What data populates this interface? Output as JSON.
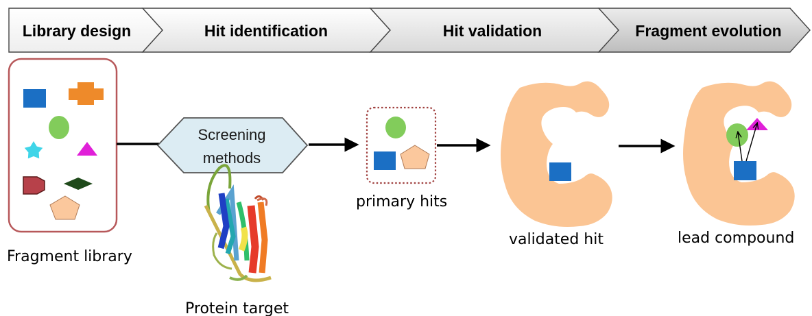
{
  "stages": [
    {
      "label": "Library design"
    },
    {
      "label": "Hit identification"
    },
    {
      "label": "Hit validation"
    },
    {
      "label": "Fragment evolution"
    }
  ],
  "labels": {
    "fragment_library": "Fragment library",
    "screening_line1": "Screening",
    "screening_line2": "methods",
    "protein_target": "Protein target",
    "primary_hits": "primary hits",
    "validated_hit": "validated hit",
    "lead_compound": "lead compound"
  },
  "icons": {
    "library_box": "rounded-rectangle",
    "screening": "hexagon",
    "protein": "ribbon-protein-structure",
    "pocket": "c-shaped-protein-pocket"
  },
  "colors": {
    "square": "#1b6fc4",
    "cross": "#ee8a2a",
    "circle": "#82cc5b",
    "star": "#3fd5e8",
    "triangle": "#e020d8",
    "octagon": "#b7414a",
    "diamond": "#1f4a1a",
    "pentagon": "#fbc89d",
    "pocket": "#fbc594",
    "library_border": "#b7585a",
    "hex_fill": "#dcecf3",
    "hits_border": "#a0403f"
  }
}
